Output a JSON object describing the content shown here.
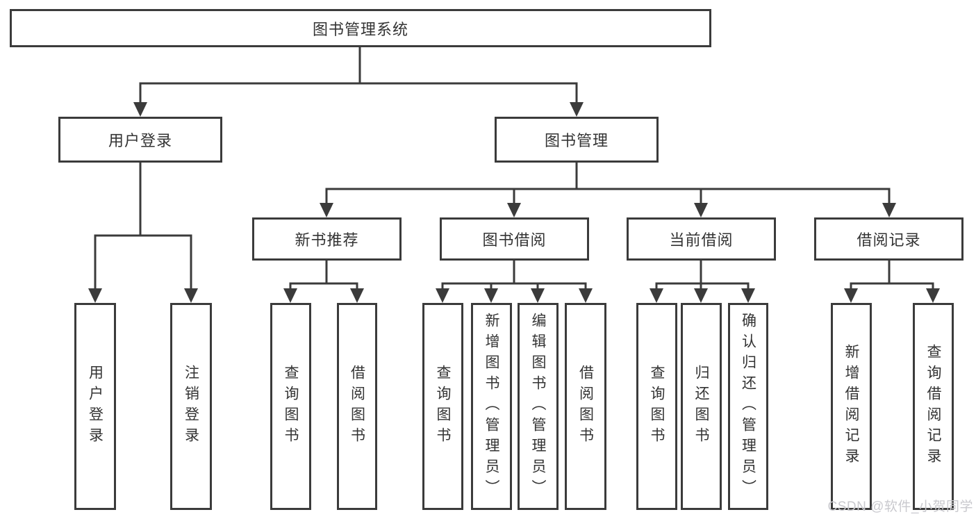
{
  "diagram": {
    "root": {
      "label": "图书管理系统"
    },
    "branches": [
      {
        "label": "用户登录",
        "children": [
          {
            "label": "用户登录"
          },
          {
            "label": "注销登录"
          }
        ]
      },
      {
        "label": "图书管理",
        "children": [
          {
            "label": "新书推荐",
            "children": [
              {
                "label": "查询图书"
              },
              {
                "label": "借阅图书"
              }
            ]
          },
          {
            "label": "图书借阅",
            "children": [
              {
                "label": "查询图书"
              },
              {
                "label": "新增图书（管理员）"
              },
              {
                "label": "编辑图书（管理员）"
              },
              {
                "label": "借阅图书"
              }
            ]
          },
          {
            "label": "当前借阅",
            "children": [
              {
                "label": "查询图书"
              },
              {
                "label": "归还图书"
              },
              {
                "label": "确认归还（管理员）"
              }
            ]
          },
          {
            "label": "借阅记录",
            "children": [
              {
                "label": "新增借阅记录"
              },
              {
                "label": "查询借阅记录"
              }
            ]
          }
        ]
      }
    ]
  },
  "watermark": {
    "text": "CSDN @软件_小贺同学"
  },
  "colors": {
    "line": "#3b3b3b",
    "box_border": "#3b3b3b",
    "box_fill": "#ffffff",
    "text": "#333333",
    "watermark": "#c9c9ce",
    "background": "#ffffff"
  }
}
